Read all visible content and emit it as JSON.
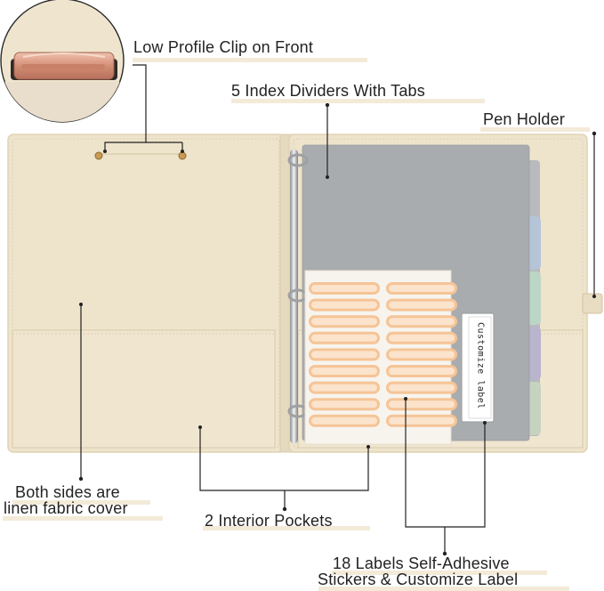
{
  "callouts": {
    "clip_front": "Low Profile Clip on Front",
    "dividers": "5 Index Dividers With Tabs",
    "pen_holder": "Pen Holder",
    "linen_line1": "Both sides are",
    "linen_line2": "linen fabric cover",
    "pockets": "2 Interior Pockets",
    "labels_line1": "18 Labels Self-Adhesive",
    "labels_line2": "Stickers & Customize Label"
  },
  "customize_label": "Customize label",
  "sticker_sheet": {
    "label_count": 18,
    "columns": 2
  },
  "divider_tabs": {
    "count": 5
  },
  "colors": {
    "linen": "#eee3cb",
    "linen_border": "#e0d3b6",
    "divider_gray": "#a9acae",
    "tab_blue": "#b5c5d8",
    "tab_green": "#bcd6c6",
    "tab_purple": "#b9b5cf",
    "tab_sage": "#c5d3bf",
    "sticker_orange": "#f5c496",
    "rose_gold": "#d89b85",
    "leader_line": "#222222",
    "highlight": "#f3ead8"
  }
}
